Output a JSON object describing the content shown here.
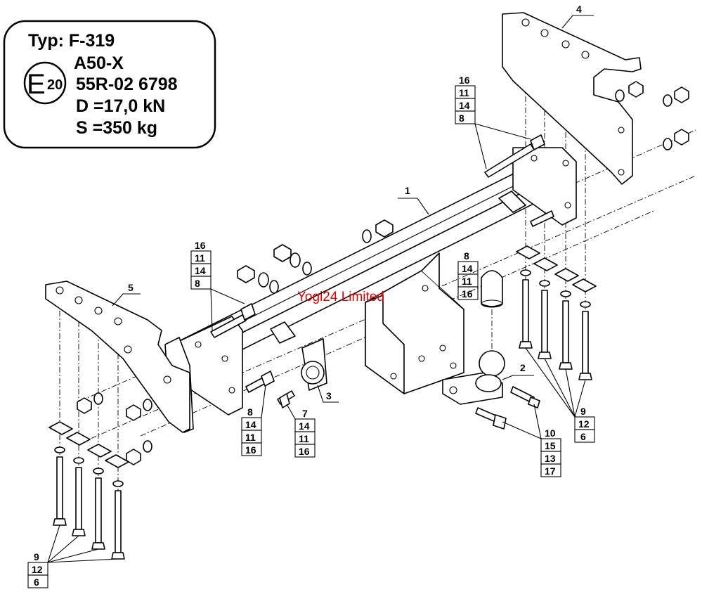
{
  "spec_box": {
    "type_label": "Typ: F-319",
    "line_class": "A50-X",
    "approval_mark": "E",
    "approval_number": "20",
    "approval_code": "55R-02 6798",
    "d_value": "D =17,0 kN",
    "s_value": "S =350 kg"
  },
  "watermark": "Yogi24 Limited",
  "part_labels": {
    "p1": "1",
    "p2": "2",
    "p3": "3",
    "p4": "4",
    "p5": "5"
  },
  "callouts": {
    "top_bolt": [
      "16",
      "11",
      "14",
      "8"
    ],
    "left_bolt": [
      "16",
      "11",
      "14",
      "8"
    ],
    "mid_bolt": [
      "8",
      "14",
      "11",
      "16"
    ],
    "small_bolt": [
      "7",
      "14",
      "11",
      "16"
    ],
    "right_bolt": [
      "8",
      "14",
      "11",
      "16"
    ],
    "ball_bolt": [
      "10",
      "15",
      "13",
      "17"
    ],
    "right_long_bolts": [
      "9",
      "12",
      "6"
    ],
    "left_long_bolts": [
      "9",
      "12",
      "6"
    ]
  },
  "colors": {
    "line": "#000000",
    "watermark": "#e00000",
    "background": "#ffffff"
  }
}
